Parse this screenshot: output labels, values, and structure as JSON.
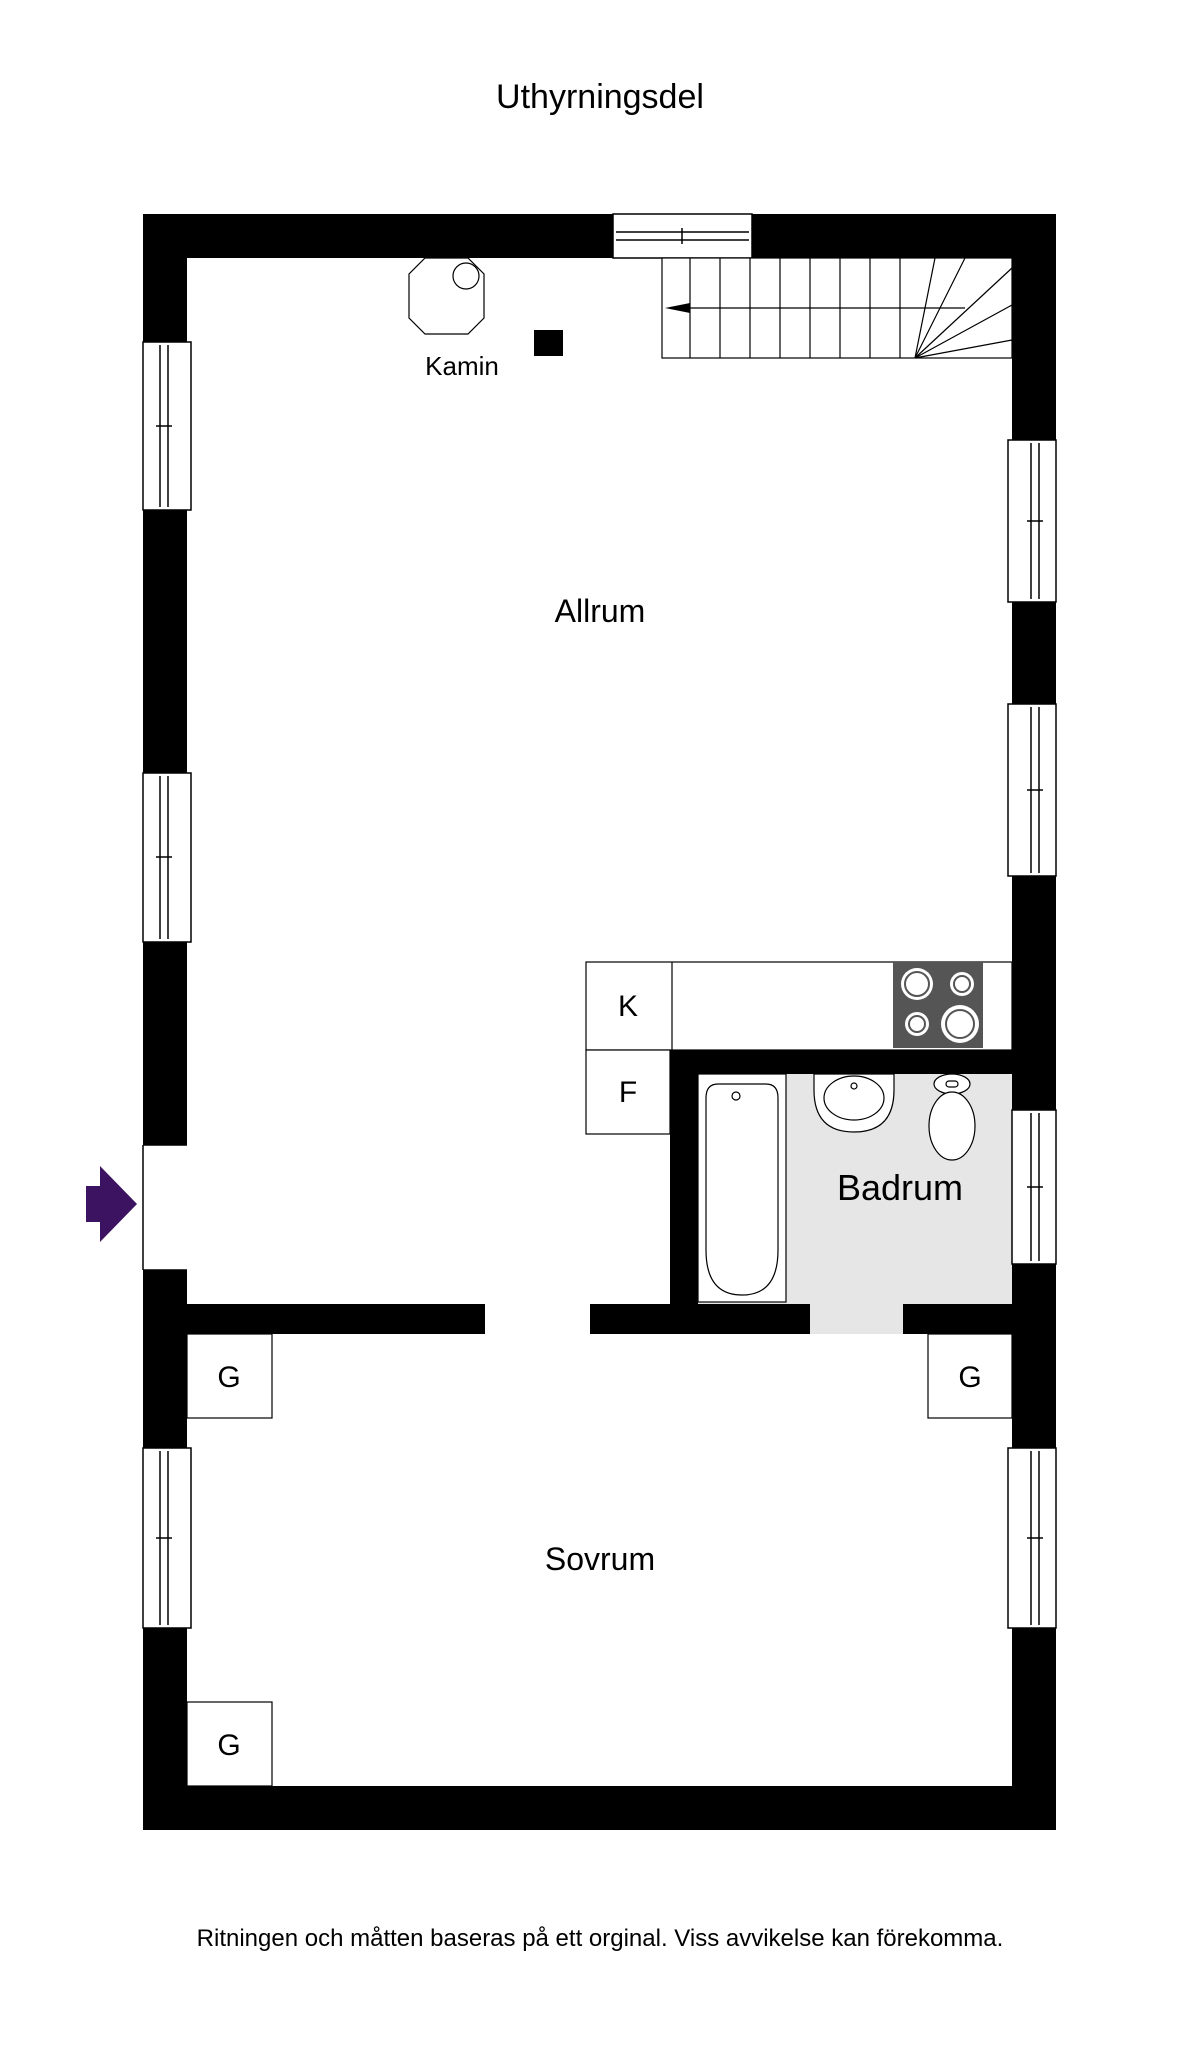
{
  "title": "Uthyrningsdel",
  "footer": "Ritningen och måtten baseras på ett orginal. Viss avvikelse kan förekomma.",
  "rooms": {
    "allrum": "Allrum",
    "badrum": "Badrum",
    "sovrum": "Sovrum"
  },
  "fixtures": {
    "kamin": "Kamin",
    "kitchen_k": "K",
    "fridge_f": "F",
    "wardrobe_g": "G"
  },
  "colors": {
    "wall": "#000000",
    "bathroom_floor": "#e6e6e6",
    "entrance_arrow": "#3c1361",
    "stove": "#555555"
  }
}
